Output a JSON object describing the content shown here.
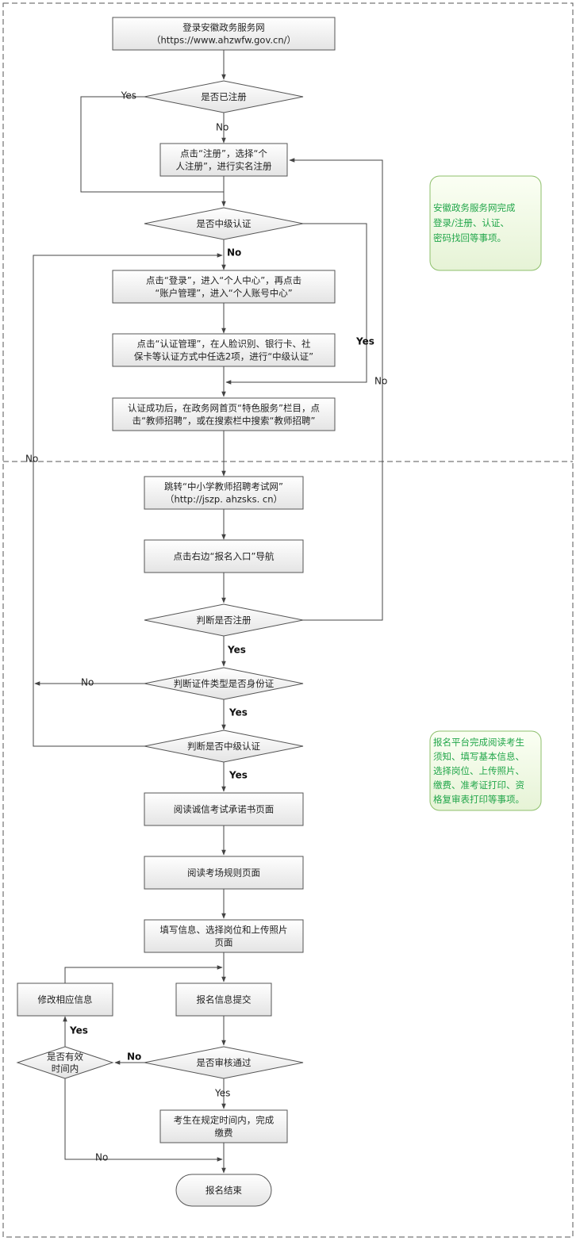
{
  "nodes": {
    "login": [
      "登录安徽政务服务网",
      "（https://www.ahzwfw.gov.cn/）"
    ],
    "registered_q": [
      "是否已注册"
    ],
    "register": [
      "点击“注册”，选择“个",
      "人注册”，进行实名注册"
    ],
    "midcert_q1": [
      "是否中级认证"
    ],
    "personal_center": [
      "点击“登录”，进入“个人中心”，再点击",
      "“账户管理”，进入“个人账号中心”"
    ],
    "cert_manage": [
      "点击“认证管理”，在人脸识别、银行卡、社",
      "保卡等认证方式中任选2项，进行“中级认证”"
    ],
    "teacher_recruit": [
      "认证成功后，在政务网首页“特色服务”栏目，点",
      "击“教师招聘”，或在搜索栏中搜索“教师招聘”"
    ],
    "jump_site": [
      "跳转“中小学教师招聘考试网”",
      "（http://jszp. ahzsks. cn）"
    ],
    "signup_entry": [
      "点击右边“报名入口”导航"
    ],
    "judge_registered": [
      "判断是否注册"
    ],
    "judge_id_type": [
      "判断证件类型是否身份证"
    ],
    "judge_midcert": [
      "判断是否中级认证"
    ],
    "read_integrity": [
      "阅读诚信考试承诺书页面"
    ],
    "read_rules": [
      "阅读考场规则页面"
    ],
    "fill_info": [
      "填写信息、选择岗位和上传照片",
      "页面"
    ],
    "submit": [
      "报名信息提交"
    ],
    "modify": [
      "修改相应信息"
    ],
    "review_q": [
      "是否审核通过"
    ],
    "valid_time_q": [
      "是否有效",
      "时间内"
    ],
    "pay": [
      "考生在规定时间内，完成",
      "缴费"
    ],
    "end": [
      "报名结束"
    ]
  },
  "edge_labels": {
    "yes_registered": "Yes",
    "no_registered": "No",
    "no_midcert_bold": "No",
    "yes_midcert_bold": "Yes",
    "no_right": "No",
    "no_left": "No",
    "yes_judge_registered": "Yes",
    "no_id_type": "No",
    "yes_id_type": "Yes",
    "yes_judge_midcert": "Yes",
    "yes_valid_time": "Yes",
    "no_review": "No",
    "yes_review": "Yes",
    "no_valid_time": "No"
  },
  "notes": {
    "top": [
      "安徽政务服务网完成",
      "登录/注册、认证、",
      "密码找回等事项。"
    ],
    "bottom": [
      "报名平台完成阅读考生",
      "须知、填写基本信息、",
      "选择岗位、上传照片、",
      "缴费、准考证打印、资",
      "格复审表打印等事项。"
    ]
  },
  "colors": {
    "node_fill_top": "#ffffff",
    "node_fill_bottom": "#e4e4e4",
    "node_stroke": "#555555",
    "note_fill_top": "#fbfff4",
    "note_fill_bottom": "#e6f3d6",
    "note_stroke": "#8dbf6b",
    "note_text": "#22a64a",
    "line": "#444444",
    "dash": "#555555"
  }
}
